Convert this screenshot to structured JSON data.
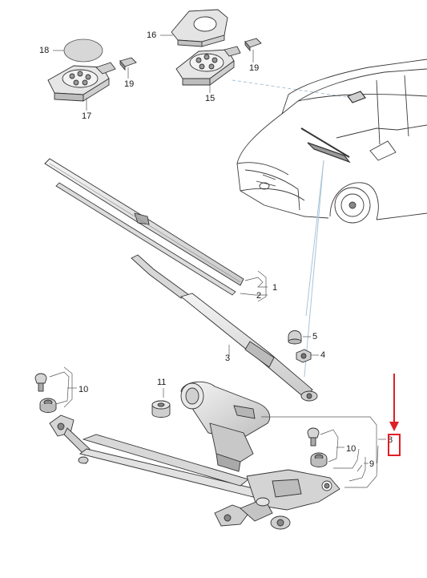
{
  "callouts": [
    {
      "id": "c18",
      "text": "18"
    },
    {
      "id": "c16",
      "text": "16"
    },
    {
      "id": "c19a",
      "text": "19"
    },
    {
      "id": "c19b",
      "text": "19"
    },
    {
      "id": "c17",
      "text": "17"
    },
    {
      "id": "c15",
      "text": "15"
    },
    {
      "id": "c1",
      "text": "1"
    },
    {
      "id": "c2",
      "text": "2"
    },
    {
      "id": "c5",
      "text": "5"
    },
    {
      "id": "c4",
      "text": "4"
    },
    {
      "id": "c3",
      "text": "3"
    },
    {
      "id": "c10a",
      "text": "10"
    },
    {
      "id": "c11",
      "text": "11"
    },
    {
      "id": "c8",
      "text": "8"
    },
    {
      "id": "c10b",
      "text": "10"
    },
    {
      "id": "c9",
      "text": "9"
    }
  ],
  "colors": {
    "line": "#3a3a3a",
    "part_fill": "#efefef",
    "part_shade": "#cfcfcf",
    "leader": "#a9c4d8",
    "highlight": "#e01f26"
  }
}
